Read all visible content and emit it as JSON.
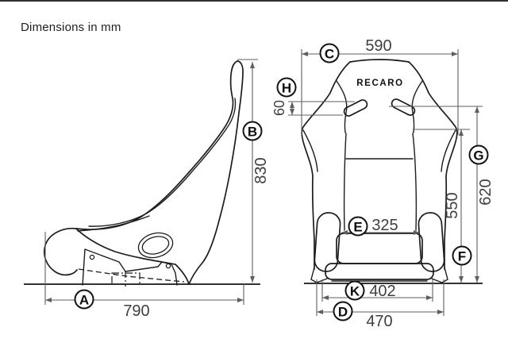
{
  "title": "Dimensions in mm",
  "brand": "RECARO",
  "dims": {
    "A": {
      "label": "A",
      "value": "790"
    },
    "B": {
      "label": "B",
      "value": "830"
    },
    "C": {
      "label": "C",
      "value": "590"
    },
    "D": {
      "label": "D",
      "value": "470"
    },
    "E": {
      "label": "E",
      "value": "325"
    },
    "F": {
      "label": "F",
      "value": "550"
    },
    "G": {
      "label": "G",
      "value": "620"
    },
    "H": {
      "label": "H",
      "value": "60"
    },
    "K": {
      "label": "K",
      "value": "402"
    }
  }
}
